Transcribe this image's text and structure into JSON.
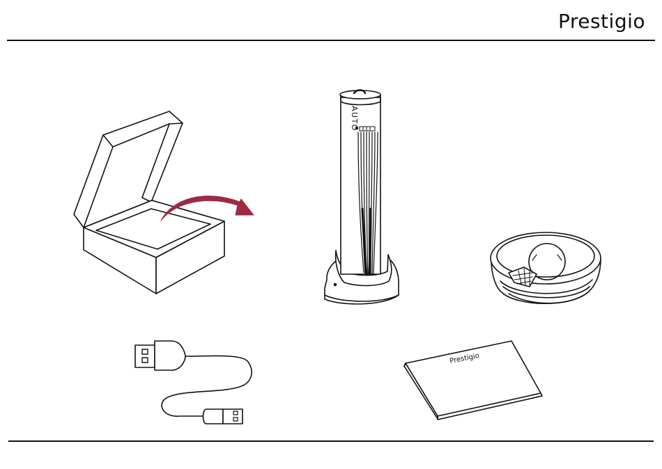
{
  "header": {
    "brand": "Prestigio"
  },
  "items": {
    "diffuser_label": "AUTO",
    "manual_brand": "Prestigio"
  },
  "colors": {
    "ink": "#111111",
    "accent_arrow": "#9e2a44"
  },
  "icons": [
    "open-box-icon",
    "unpack-arrow-icon",
    "diffuser-tower-icon",
    "round-base-icon",
    "usb-cable-icon",
    "manual-booklet-icon"
  ]
}
